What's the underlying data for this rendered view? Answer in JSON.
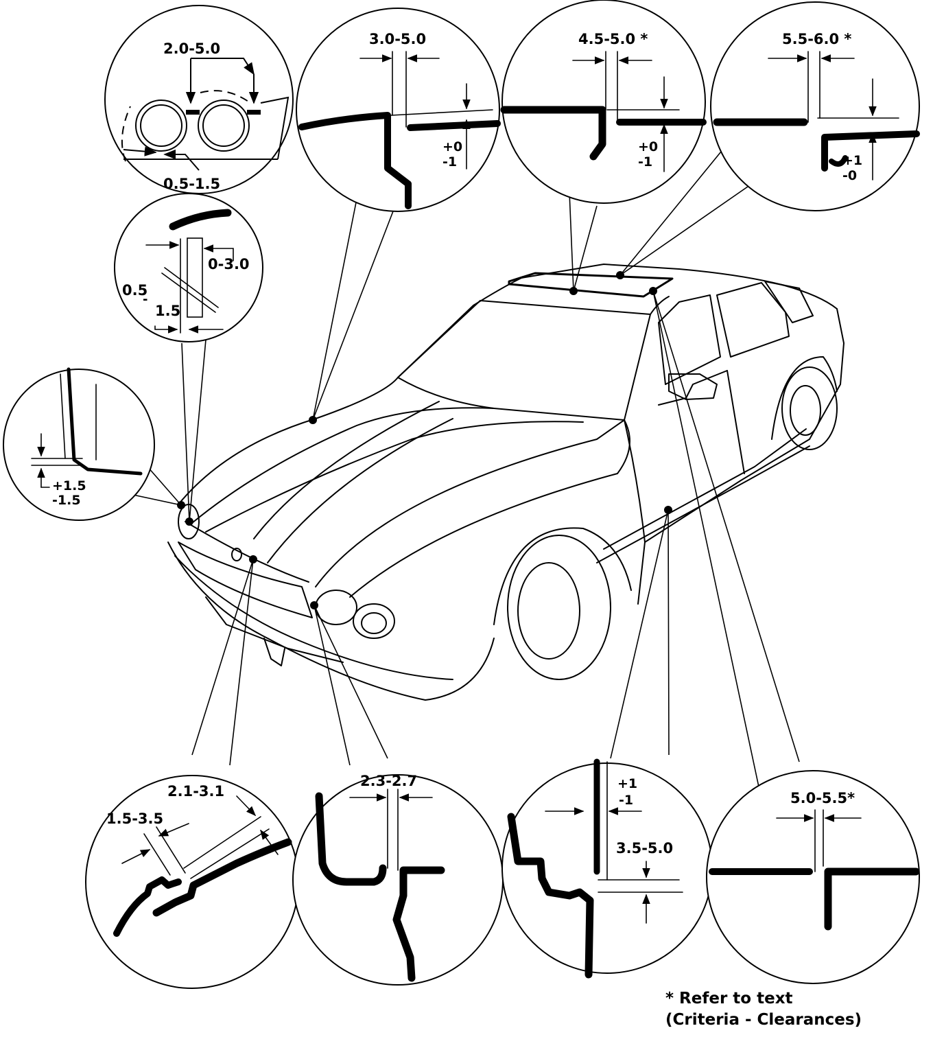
{
  "callouts": {
    "fuel_filler": {
      "gap": "2.0-5.0",
      "flush": "0.5-1.5"
    },
    "hood_rear": {
      "gap": "3.0-5.0",
      "flush_plus": "+0",
      "flush_minus": "-1"
    },
    "sunroof_front": {
      "gap": "4.5-5.0 *",
      "flush_plus": "+0",
      "flush_minus": "-1"
    },
    "sunroof_side": {
      "gap": "5.5-6.0 *",
      "flush_plus": "+1",
      "flush_minus": "-0"
    },
    "headlamp_upper": {
      "gap": "0-3.0",
      "flush_a": "0.5",
      "flush_b": "1.5"
    },
    "fender_front": {
      "flush_plus": "+1.5",
      "flush_minus": "-1.5"
    },
    "grille": {
      "gap": "2.1-3.1",
      "flush": "1.5-3.5"
    },
    "headlamp_hood": {
      "gap": "2.3-2.7"
    },
    "sill_door": {
      "flush_plus": "+1",
      "flush_minus": "-1",
      "gap": "3.5-5.0"
    },
    "roof_door": {
      "gap": "5.0-5.5*"
    }
  },
  "footnote": {
    "line1": "* Refer to text",
    "line2": "(Criteria - Clearances)"
  }
}
